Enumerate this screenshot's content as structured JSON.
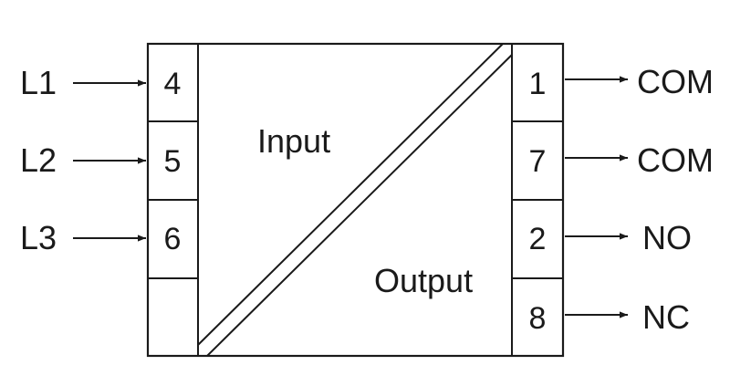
{
  "inputs": [
    {
      "label": "L1",
      "terminal": "4"
    },
    {
      "label": "L2",
      "terminal": "5"
    },
    {
      "label": "L3",
      "terminal": "6"
    }
  ],
  "input_empty_slot": "",
  "outputs": [
    {
      "terminal": "1",
      "label": "COM"
    },
    {
      "terminal": "7",
      "label": "COM"
    },
    {
      "terminal": "2",
      "label": "NO"
    },
    {
      "terminal": "8",
      "label": "NC"
    }
  ],
  "captions": {
    "input": "Input",
    "output": "Output"
  }
}
